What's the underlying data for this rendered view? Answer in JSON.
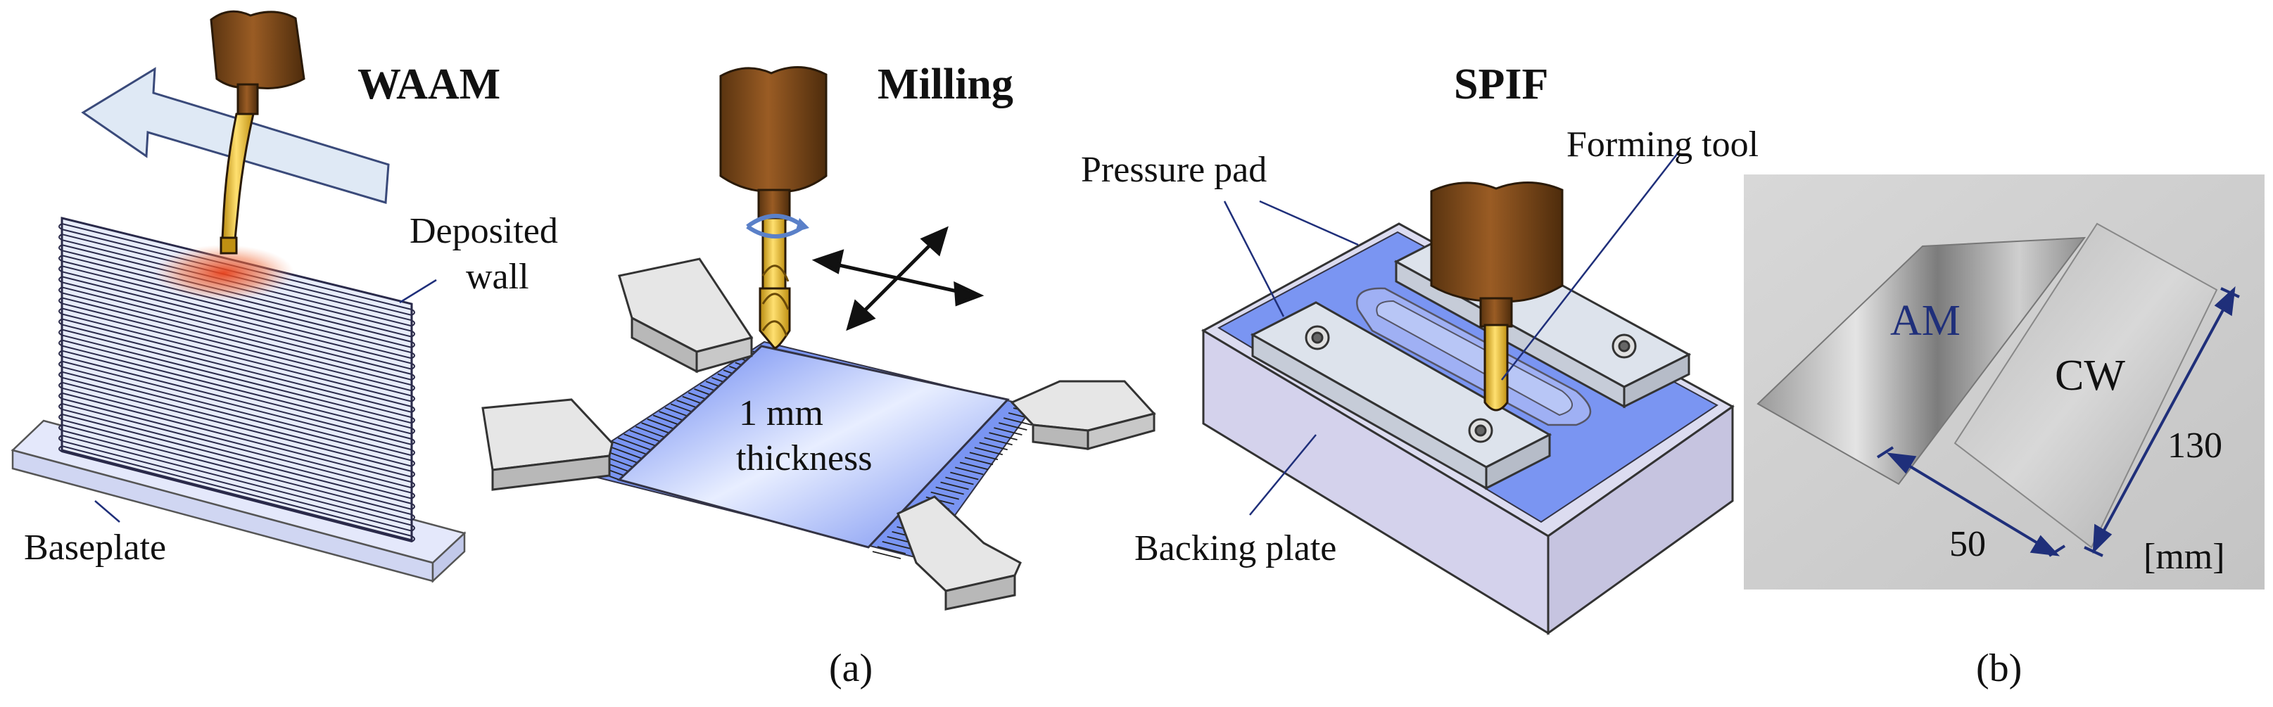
{
  "waam": {
    "title": "WAAM",
    "deposited_wall": [
      "Deposited",
      "wall"
    ],
    "baseplate": "Baseplate"
  },
  "milling": {
    "title": "Milling",
    "thickness": [
      "1 mm",
      "thickness"
    ]
  },
  "spif": {
    "title": "SPIF",
    "pressure_pad": "Pressure pad",
    "forming_tool": "Forming tool",
    "backing_plate": "Backing plate"
  },
  "photo": {
    "am_label": "AM",
    "cw_label": "CW",
    "width_dim": "50",
    "length_dim": "130",
    "unit": "[mm]"
  },
  "captions": {
    "a": "(a)",
    "b": "(b)"
  },
  "colors": {
    "spindle_brown": "#7a4a1e",
    "tool_gold": "#f0c020",
    "sheet_blue": "#7a95f2",
    "heat_red": "#e8401a",
    "dimension_navy": "#1f2f7a",
    "arrow_fill": "#dfe9f5"
  }
}
